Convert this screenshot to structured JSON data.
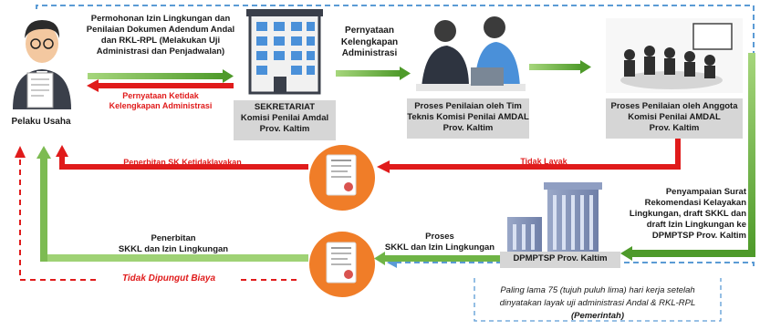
{
  "actors": {
    "pelaku_usaha": "Pelaku Usaha",
    "sekretariat": [
      "SEKRETARIAT",
      "Komisi Penilai Amdal",
      "Prov. Kaltim"
    ],
    "tim_teknis": [
      "Proses Penilaian oleh Tim",
      "Teknis Komisi Penilai AMDAL",
      "Prov. Kaltim"
    ],
    "anggota": [
      "Proses Penilaian oleh Anggota",
      "Komisi Penilai AMDAL",
      "Prov. Kaltim"
    ],
    "dpmptsp": "DPMPTSP Prov. Kaltim"
  },
  "labels": {
    "permohonan": [
      "Permohonan Izin Lingkungan dan",
      "Penilaian Dokumen Adendum Andal",
      "dan RKL-RPL (Melakukan Uji",
      "Administrasi dan Penjadwalan)"
    ],
    "pernyataan_lengkap": [
      "Pernyataan",
      "Kelengkapan",
      "Administrasi"
    ],
    "pernyataan_tidak_lengkap": [
      "Pernyataan Ketidak",
      "Kelengkapan Administrasi"
    ],
    "penerbitan_sk": "Penerbitan SK Ketidaklayakan",
    "tidak_layak": "Tidak Layak",
    "penyampaian": [
      "Penyampaian Surat",
      "Rekomendasi Kelayakan",
      "Lingkungan, draft SKKL dan",
      "draft Izin Lingkungan ke",
      "DPMPTSP Prov. Kaltim"
    ],
    "proses_skkl": [
      "Proses",
      "SKKL dan Izin Lingkungan"
    ],
    "penerbitan_skkl": [
      "Penerbitan",
      "SKKL dan Izin Lingkungan"
    ],
    "tidak_dipungut": "Tidak Dipungut Biaya"
  },
  "note": {
    "line1": "Paling lama 75 (tujuh puluh lima) hari kerja setelah",
    "line2": "dinyatakan layak uji administrasi Andal & RKL-RPL",
    "line3": "(Pemerintah)"
  },
  "colors": {
    "green": "#5fa83a",
    "red": "#e01b1b",
    "blue_dash": "#5b9bd5",
    "orange": "#f07d28",
    "box_grey": "#d6d6d6"
  },
  "icons": [
    "businessman-icon",
    "office-building-icon",
    "meeting-icon",
    "boardroom-icon",
    "document-certificate-icon",
    "government-building-icon"
  ]
}
